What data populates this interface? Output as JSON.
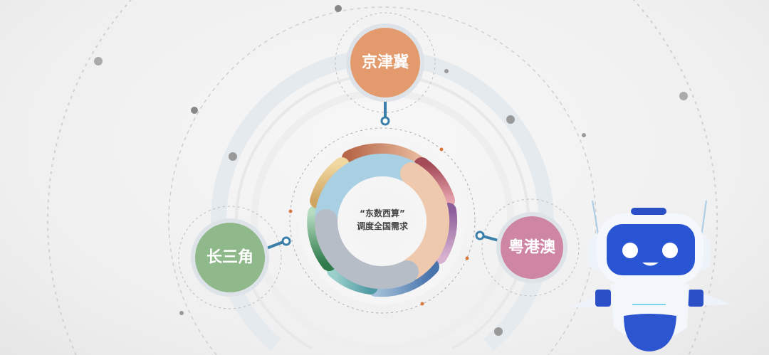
{
  "center": {
    "line1": "“东数西算”",
    "line2": "调度全国需求"
  },
  "nodes": [
    {
      "label": "京津冀",
      "color": "#e39a6c"
    },
    {
      "label": "长三角",
      "color": "#8fb98a"
    },
    {
      "label": "粤港澳",
      "color": "#cf86a5"
    }
  ],
  "robot": {
    "name": "robot-mascot"
  }
}
